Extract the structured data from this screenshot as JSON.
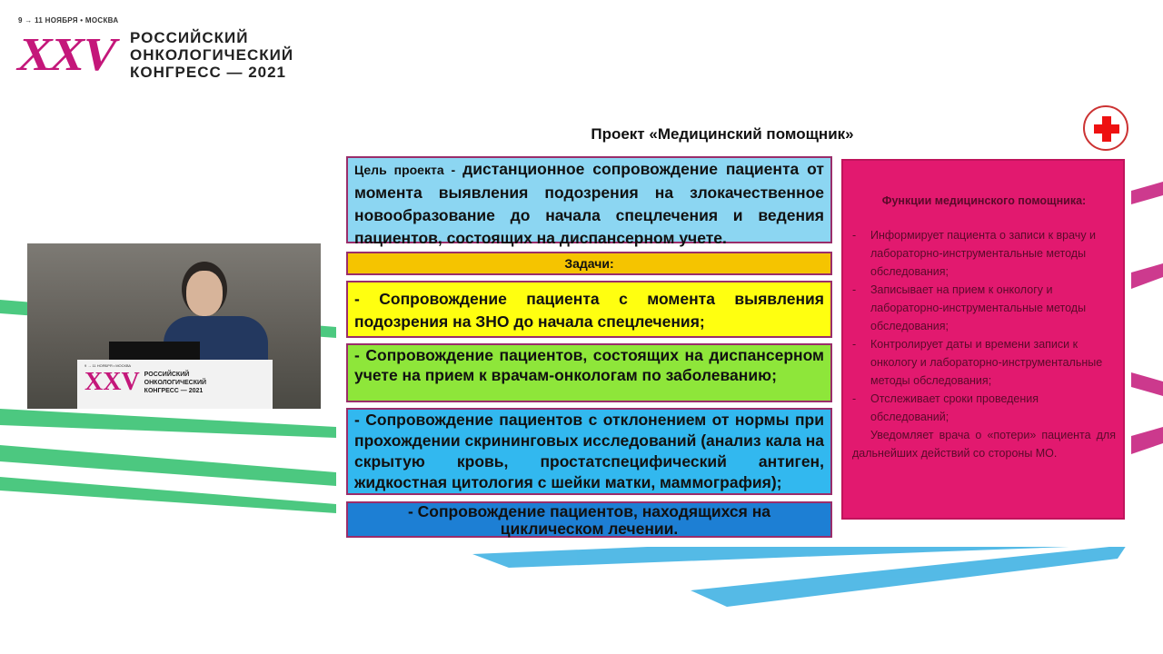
{
  "logo": {
    "date": "9 → 11 НОЯБРЯ • МОСКВА",
    "mark": "XXV",
    "lines": [
      "РОССИЙСКИЙ",
      "ОНКОЛОГИЧЕСКИЙ",
      "КОНГРЕСС — 2021"
    ]
  },
  "colors": {
    "brand": "#c4177a",
    "pink_box": "#e2196f"
  },
  "slide": {
    "title": "Проект «Медицинский помощник»",
    "goal_label": "Цель проекта - ",
    "goal_text": "дистанционное сопровождение пациента от момента выявления подозрения на злокачественное новообразование до начала спецлечения и ведения пациентов, состоящих на диспансерном учете.",
    "tasks_label": "Задачи:",
    "tasks": [
      "- Сопровождение пациента с момента выявления подозрения на ЗНО до начала спецлечения;",
      "- Сопровождение пациентов, состоящих на диспансерном учете на прием к врачам-онкологам по заболеванию;",
      "- Сопровождение пациентов с отклонением от нормы при прохождении скрининговых исследований (анализ кала на скрытую кровь, простатспецифический антиген, жидкостная цитология с шейки матки, маммография);",
      "- Сопровождение пациентов, находящихся на циклическом лечении."
    ],
    "functions_title": "Функции медицинского помощника:",
    "functions": [
      "Информирует пациента о записи к врачу и лабораторно-инструментальные методы обследования;",
      "Записывает на прием к онкологу и лабораторно-инструментальные методы обследования;",
      "Контролирует даты и времени записи к онкологу и лабораторно-инструментальные методы обследования;",
      "Отслеживает сроки проведения обследований;"
    ],
    "functions_last": "Уведомляет врача о «потери» пациента для дальнейших действий со стороны МО."
  },
  "video": {
    "podium": {
      "date": "9 → 11 НОЯБРЯ • МОСКВА",
      "mark": "XXV",
      "lines": [
        "РОССИЙСКИЙ",
        "ОНКОЛОГИЧЕСКИЙ",
        "КОНГРЕСС — 2021"
      ]
    }
  }
}
